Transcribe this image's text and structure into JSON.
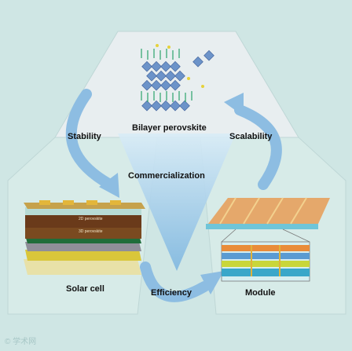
{
  "labels": {
    "top": "Bilayer perovskite",
    "stability": "Stability",
    "scalability": "Scalability",
    "center": "Commercialization",
    "solar_cell": "Solar cell",
    "efficiency": "Efficiency",
    "module": "Module"
  },
  "stack_layers": {
    "layer1": "2D perovskite",
    "layer2": "3D perovskite"
  },
  "watermark": "© 学术网",
  "colors": {
    "background": "#cfe6e4",
    "hexagon_top": "#e9eff0",
    "hexagon_left": "#dcecea",
    "hexagon_right": "#dcecea",
    "arrow": "#7fb2d8",
    "center_triangle": "#a9d0ea"
  }
}
